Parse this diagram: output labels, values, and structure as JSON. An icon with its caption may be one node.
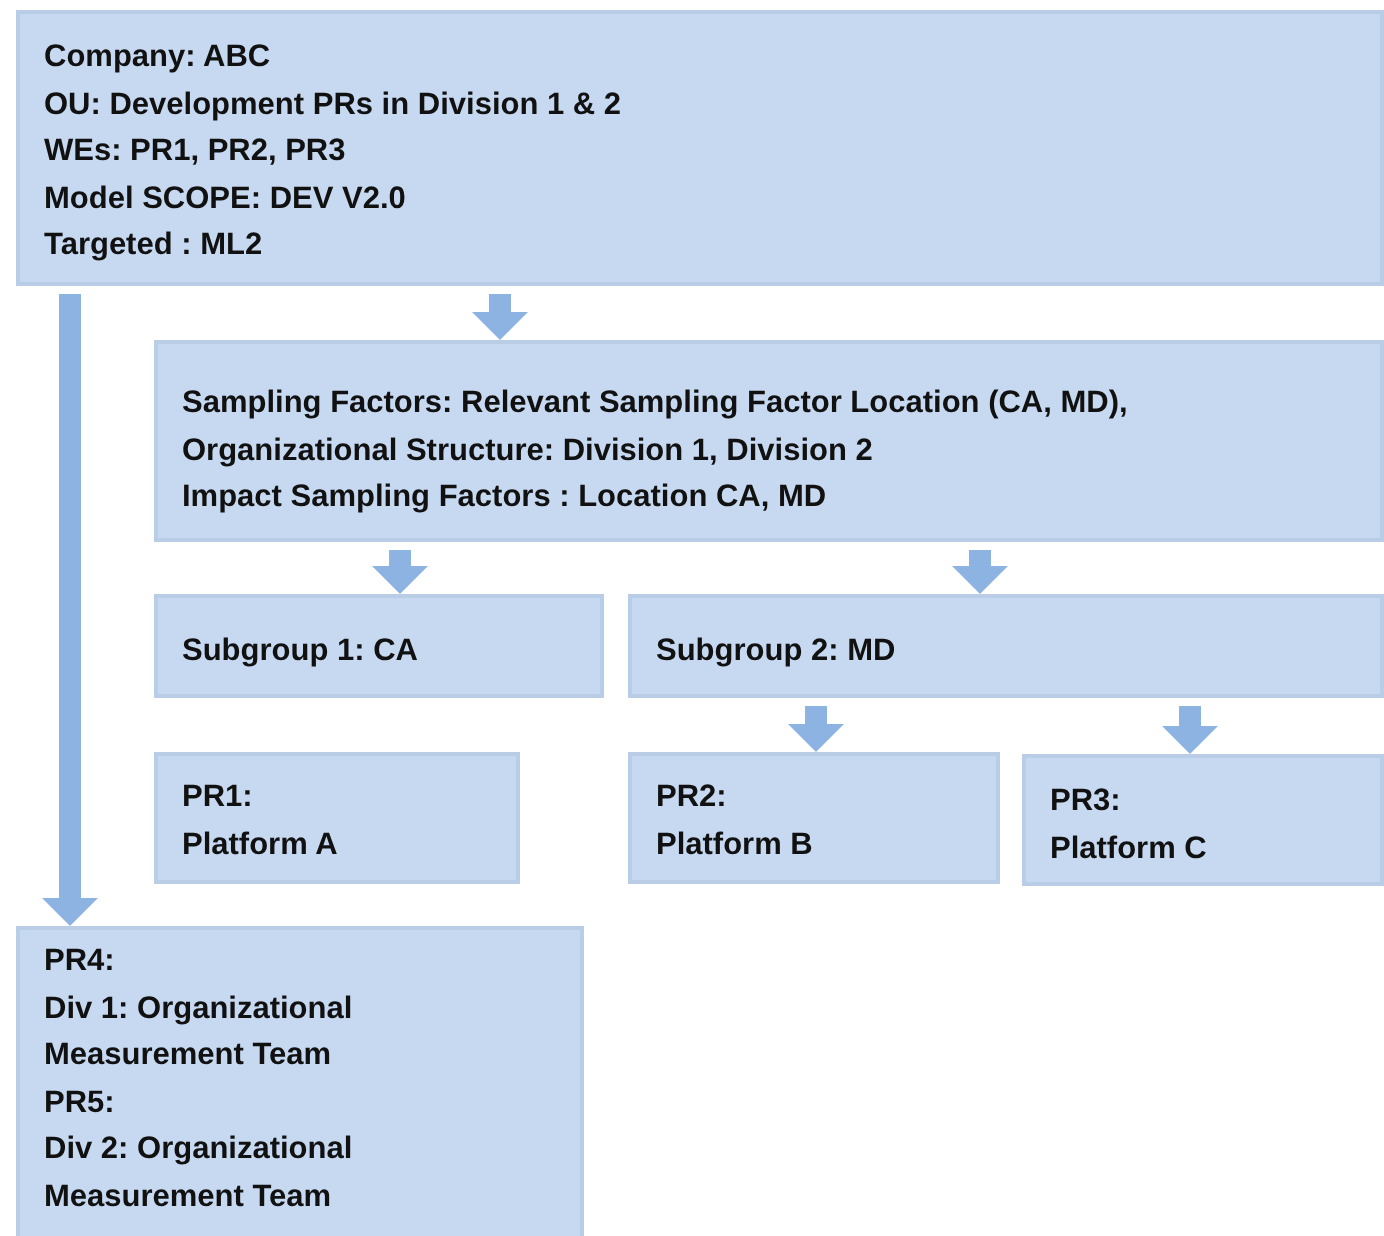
{
  "diagram": {
    "nodes": [
      {
        "text": [
          "Company: ABC",
          "OU: Development PRs in Division 1 & 2",
          "WEs: PR1, PR2, PR3",
          "Model SCOPE: DEV V2.0",
          "Targeted : ML2"
        ]
      },
      {
        "text": [
          "Sampling Factors: Relevant Sampling Factor Location (CA, MD),",
          "Organizational Structure: Division 1, Division 2",
          "Impact Sampling Factors : Location CA, MD"
        ]
      },
      {
        "text": [
          "Subgroup 1: CA"
        ]
      },
      {
        "text": [
          "Subgroup 2: MD"
        ]
      },
      {
        "text": [
          "PR1:",
          "Platform A"
        ]
      },
      {
        "text": [
          "PR2:",
          "Platform B"
        ]
      },
      {
        "text": [
          "PR3:",
          "Platform C"
        ]
      },
      {
        "text": [
          "PR4:",
          "Div 1: Organizational Measurement Team",
          "PR5:",
          "Div 2: Organizational Measurement Team"
        ]
      }
    ],
    "edges": [
      {
        "from": 0,
        "to": 1,
        "arrow": "to"
      },
      {
        "from": 1,
        "to": 2,
        "arrow": "to"
      },
      {
        "from": 1,
        "to": 3,
        "arrow": "to"
      },
      {
        "from": 3,
        "to": 5,
        "arrow": "to"
      },
      {
        "from": 3,
        "to": 6,
        "arrow": "to"
      },
      {
        "from": 0,
        "to": 7,
        "arrow": "to"
      }
    ]
  }
}
